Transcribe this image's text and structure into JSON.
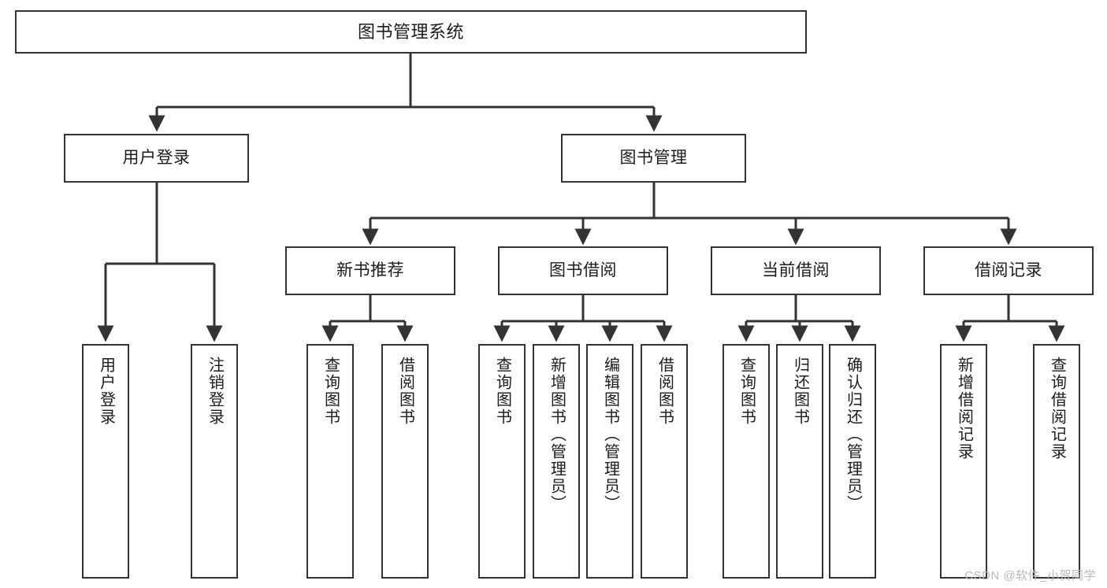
{
  "diagram": {
    "title": "图书管理系统",
    "type": "功能结构图",
    "colors": {
      "box_border": "#333333",
      "box_fill": "#ffffff",
      "connector": "#333333",
      "text": "#1c1c1c",
      "watermark": "#b9b9b9",
      "background": "#ffffff"
    },
    "root": {
      "label": "图书管理系统"
    },
    "level2": [
      {
        "label": "用户登录"
      },
      {
        "label": "图书管理"
      }
    ],
    "level3": [
      {
        "label": "新书推荐"
      },
      {
        "label": "图书借阅"
      },
      {
        "label": "当前借阅"
      },
      {
        "label": "借阅记录"
      }
    ],
    "leaves": {
      "user_login": [
        {
          "label": "用户登录"
        },
        {
          "label": "注销登录"
        }
      ],
      "new_book_recommend": [
        {
          "label": "查询图书"
        },
        {
          "label": "借阅图书"
        }
      ],
      "book_borrow": [
        {
          "label": "查询图书"
        },
        {
          "label": "新增图书（管理员）"
        },
        {
          "label": "编辑图书（管理员）"
        },
        {
          "label": "借阅图书"
        }
      ],
      "current_borrow": [
        {
          "label": "查询图书"
        },
        {
          "label": "归还图书"
        },
        {
          "label": "确认归还（管理员）"
        }
      ],
      "borrow_record": [
        {
          "label": "新增借阅记录"
        },
        {
          "label": "查询借阅记录"
        }
      ]
    }
  },
  "watermark": {
    "text": "CSDN @软件_小贺同学"
  }
}
